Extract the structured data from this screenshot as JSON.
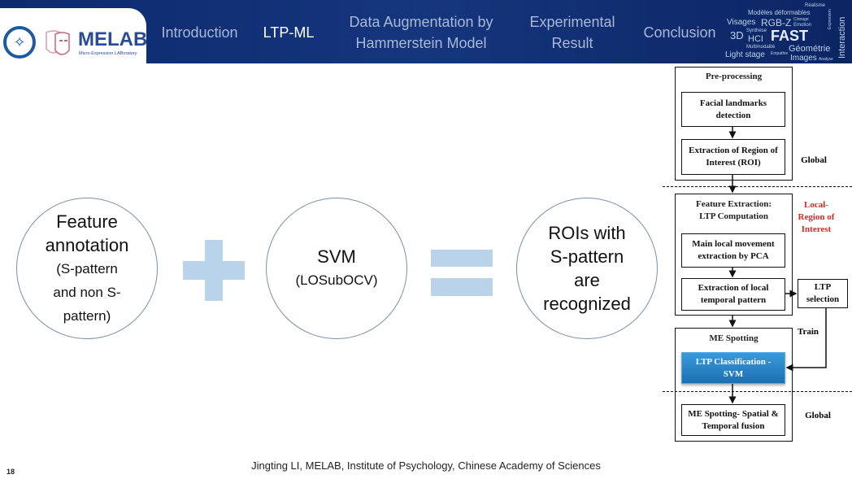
{
  "header": {
    "logo_text": "MELAB",
    "logo_subtext": "Micro-Expression LABoratory",
    "nav": [
      {
        "label": "Introduction"
      },
      {
        "label": "LTP-ML",
        "active": true
      },
      {
        "label": "Data Augmentation by Hammerstein Model"
      },
      {
        "label": "Experimental Result"
      },
      {
        "label": "Conclusion"
      }
    ],
    "word_cloud": [
      "Réalisme",
      "Modèles déformables",
      "Visages",
      "RGB-Z",
      "Clonage",
      "Emotion",
      "Expression",
      "Interaction",
      "3D",
      "Synthèse",
      "HCI",
      "FAST",
      "Multimodalité",
      "Light stage",
      "Empathie",
      "Géométrie",
      "Images",
      "Analyse"
    ]
  },
  "equation": {
    "circle1": {
      "line1": "Feature",
      "line2": "annotation",
      "line3": "(S-pattern",
      "line4": "and non S-",
      "line5": "pattern)"
    },
    "circle2": {
      "line1": "SVM",
      "line2": "(LOSubOCV)"
    },
    "circle3": {
      "line1": "ROIs with",
      "line2": "S-pattern",
      "line3": "are",
      "line4": "recognized"
    }
  },
  "diagram": {
    "preprocessing": "Pre-processing",
    "facial": "Facial landmarks detection",
    "roi": "Extraction of Region of Interest (ROI)",
    "global1": "Global",
    "feature": "Feature Extraction: LTP Computation",
    "local": "Local- Region of Interest",
    "pca": "Main local movement extraction by PCA",
    "ltp_extract": "Extraction of local temporal pattern",
    "ltp_select": "LTP selection",
    "train": "Train",
    "spotting": "ME Spotting",
    "classification": "LTP Classification - SVM",
    "fusion": "ME Spotting- Spatial & Temporal fusion",
    "global2": "Global",
    "colors": {
      "local": "#d42a1e",
      "classification": "#2a86c8"
    }
  },
  "footer": {
    "page": "18",
    "text": "Jingting LI, MELAB, Institute of Psychology, Chinese Academy of Sciences"
  }
}
